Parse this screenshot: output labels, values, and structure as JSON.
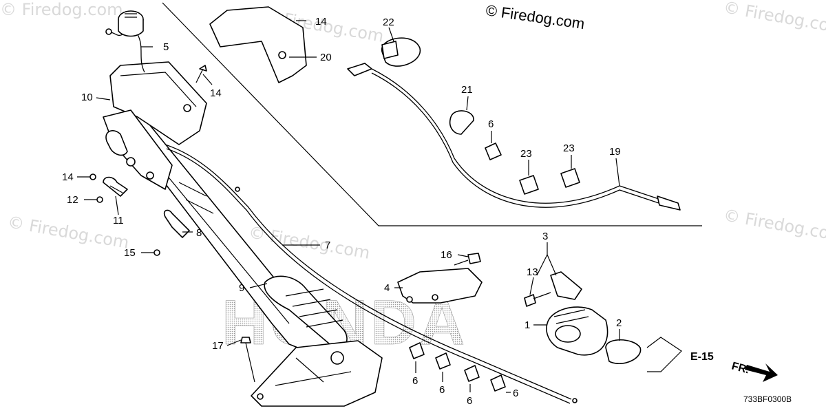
{
  "watermark": {
    "main": "© Firedog.com",
    "faint": "© Firedog.com"
  },
  "brand_background": "HONDA",
  "diagram_code": "733BF0300B",
  "reference": {
    "page": "E-15",
    "front": "FR."
  },
  "callouts": [
    {
      "id": "c1",
      "label": "1"
    },
    {
      "id": "c2",
      "label": "2"
    },
    {
      "id": "c3",
      "label": "3"
    },
    {
      "id": "c4",
      "label": "4"
    },
    {
      "id": "c5",
      "label": "5"
    },
    {
      "id": "c6a",
      "label": "6"
    },
    {
      "id": "c6b",
      "label": "6"
    },
    {
      "id": "c6c",
      "label": "6"
    },
    {
      "id": "c6d",
      "label": "6"
    },
    {
      "id": "c6e",
      "label": "6"
    },
    {
      "id": "c7",
      "label": "7"
    },
    {
      "id": "c8",
      "label": "8"
    },
    {
      "id": "c9",
      "label": "9"
    },
    {
      "id": "c10",
      "label": "10"
    },
    {
      "id": "c11",
      "label": "11"
    },
    {
      "id": "c12",
      "label": "12"
    },
    {
      "id": "c13",
      "label": "13"
    },
    {
      "id": "c14a",
      "label": "14"
    },
    {
      "id": "c14b",
      "label": "14"
    },
    {
      "id": "c14c",
      "label": "14"
    },
    {
      "id": "c15",
      "label": "15"
    },
    {
      "id": "c16",
      "label": "16"
    },
    {
      "id": "c17",
      "label": "17"
    },
    {
      "id": "c19",
      "label": "19"
    },
    {
      "id": "c20",
      "label": "20"
    },
    {
      "id": "c21",
      "label": "21"
    },
    {
      "id": "c22",
      "label": "22"
    },
    {
      "id": "c23a",
      "label": "23"
    },
    {
      "id": "c23b",
      "label": "23"
    }
  ]
}
